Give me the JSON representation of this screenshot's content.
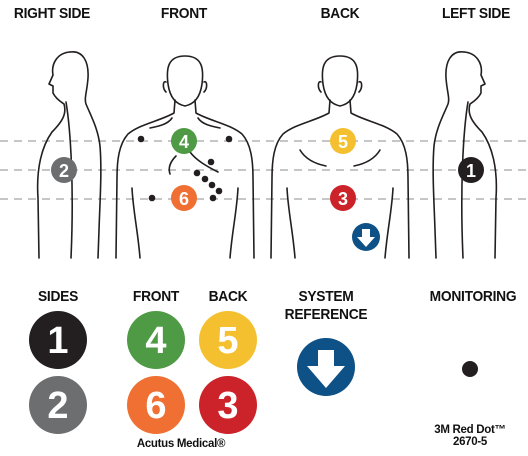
{
  "views": {
    "right_side": "RIGHT SIDE",
    "front": "FRONT",
    "back": "BACK",
    "left_side": "LEFT SIDE"
  },
  "electrodes": {
    "e1": {
      "number": "1",
      "color": "#231f20"
    },
    "e2": {
      "number": "2",
      "color": "#6d6e70"
    },
    "e3": {
      "number": "3",
      "color": "#cc2229"
    },
    "e4": {
      "number": "4",
      "color": "#4e9a45"
    },
    "e5": {
      "number": "5",
      "color": "#f5c02f"
    },
    "e6": {
      "number": "6",
      "color": "#ef7032"
    }
  },
  "system_reference_color": "#0d5186",
  "monitoring_dot_color": "#231f20",
  "legend": {
    "sides": "SIDES",
    "front": "FRONT",
    "back": "BACK",
    "system_reference_line1": "SYSTEM",
    "system_reference_line2": "REFERENCE",
    "monitoring": "MONITORING"
  },
  "captions": {
    "acutus": "Acutus Medical®",
    "red_dot_line1": "3M Red Dot™",
    "red_dot_line2": "2670-5"
  }
}
